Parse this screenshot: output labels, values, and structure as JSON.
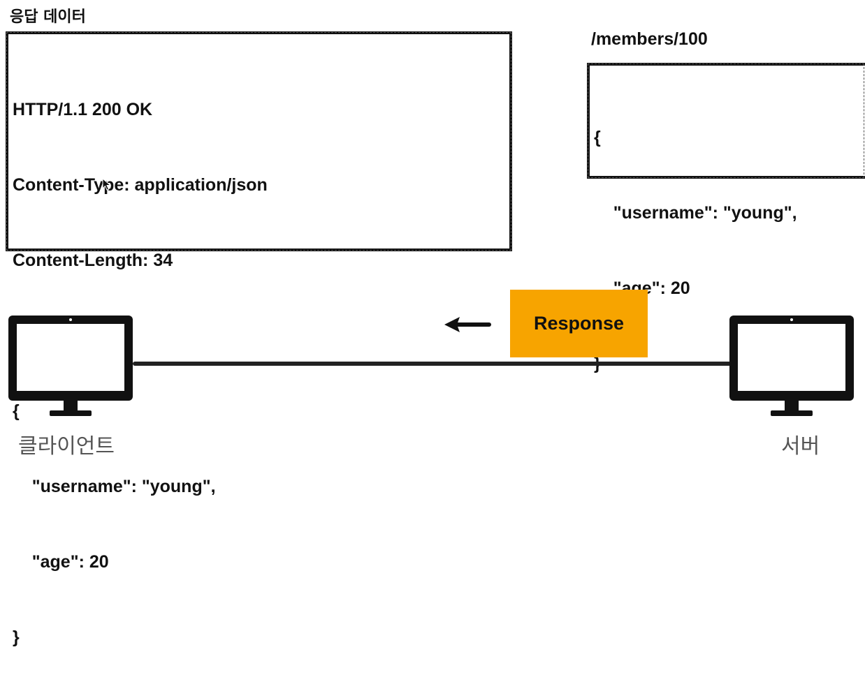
{
  "title": "응답 데이터",
  "http_response": {
    "lines": [
      "HTTP/1.1 200 OK",
      "Content-Type: application/json",
      "Content-Length: 34",
      "",
      "{",
      "    \"username\": \"young\",",
      "    \"age\": 20",
      "}"
    ]
  },
  "resource": {
    "path": "/members/100",
    "lines": [
      "{",
      "    \"username\": \"young\",",
      "    \"age\": 20",
      "}"
    ]
  },
  "response_label": "Response",
  "client_label": "클라이언트",
  "server_label": "서버",
  "colors": {
    "response_badge": "#f7a400",
    "ink": "#111111",
    "caption": "#555555"
  },
  "icons": {
    "client": "monitor-icon",
    "server": "monitor-icon",
    "direction": "arrow-left-icon",
    "pointer": "mouse-cursor-icon"
  }
}
